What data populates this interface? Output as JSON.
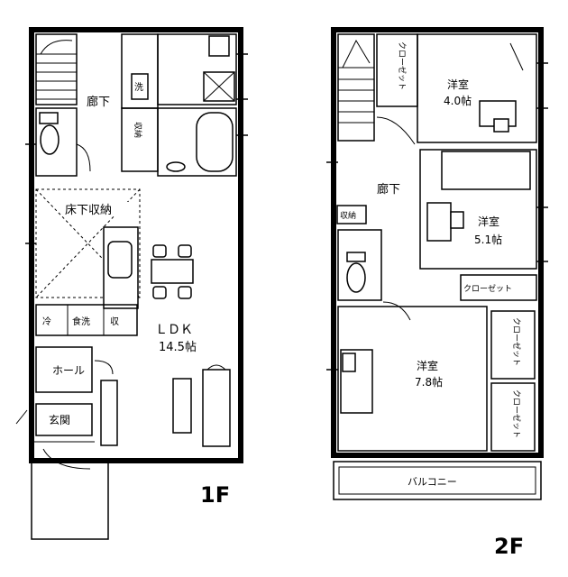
{
  "floor1": {
    "floor_label": "1F",
    "rooms": {
      "hallway": "廊下",
      "storage_ceiling": "床下収納",
      "shelf_wash": "洗",
      "storage_in": "収納",
      "ldk_name": "ＬＤＫ",
      "ldk_size": "14.5帖",
      "hall": "ホール",
      "entrance": "玄関",
      "shelf_small_1": "冷",
      "shelf_small_2": "食洗",
      "shelf_small_3": "収"
    }
  },
  "floor2": {
    "floor_label": "2F",
    "rooms": {
      "closet_top": "クローゼット",
      "west_top_name": "洋室",
      "west_top_size": "4.0帖",
      "hallway": "廊下",
      "storage": "収納",
      "west_mid_name": "洋室",
      "west_mid_size": "5.1帖",
      "closet_mid": "クローゼット",
      "west_big_name": "洋室",
      "west_big_size": "7.8帖",
      "closet_right_a": "クローゼット",
      "closet_right_b": "クローゼット",
      "balcony": "バルコニー"
    }
  }
}
